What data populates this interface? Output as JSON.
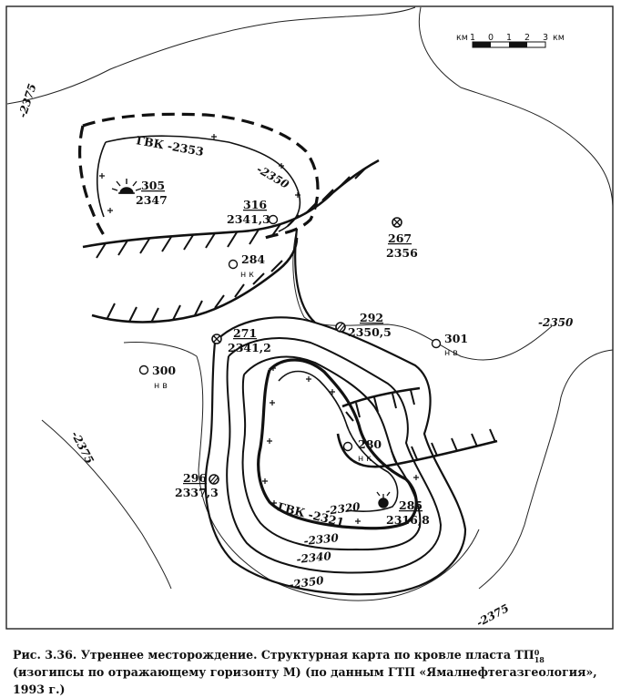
{
  "scale_bar": {
    "left_unit": "км",
    "right_unit": "км",
    "ticks": [
      "1",
      "0",
      "1",
      "2",
      "3"
    ]
  },
  "contour_labels": {
    "c2375_top": "-2375",
    "c2375_left": "-2375",
    "c2375_bottom": "-2375",
    "c2350_right": "-2350",
    "c2350_top": "-2350",
    "c2350_bottom": "-2350",
    "c2340": "-2340",
    "c2330": "-2330",
    "c2320": "-2320",
    "gvk_north": "ГВК -2353",
    "gvk_south": "ГВК -2321"
  },
  "wells": {
    "w305": {
      "number": "305",
      "value": "2347",
      "symbol": "gas-well"
    },
    "w316": {
      "number": "316",
      "value": "2341,3",
      "symbol": "circle"
    },
    "w267": {
      "number": "267",
      "value": "2356",
      "symbol": "crossed-circle"
    },
    "w284": {
      "number": "284",
      "value": "н к",
      "symbol": "circle"
    },
    "w292": {
      "number": "292",
      "value": "2350,5",
      "symbol": "hatched-circle"
    },
    "w301": {
      "number": "301",
      "value": "н в",
      "symbol": "circle"
    },
    "w271": {
      "number": "271",
      "value": "2341,2",
      "symbol": "crossed-circle"
    },
    "w300": {
      "number": "300",
      "value": "н в",
      "symbol": "circle"
    },
    "w280": {
      "number": "280",
      "value": "н к",
      "symbol": "circle"
    },
    "w296": {
      "number": "296",
      "value": "2337,3",
      "symbol": "hatched-circle"
    },
    "w285": {
      "number": "285",
      "value": "2316,8",
      "symbol": "oil-well"
    }
  },
  "caption": {
    "line1_prefix": "Рис. 3.36. Утреннее месторождение. Структурная карта по кровле пласта",
    "formation": "ТП",
    "formation_sup": "0",
    "formation_sub": "18",
    "line1_suffix": "(изогипсы по",
    "line2": "отражающему горизонту М) (по данным ГТП «Ямалнефтегазгеология», 1993 г.)"
  }
}
